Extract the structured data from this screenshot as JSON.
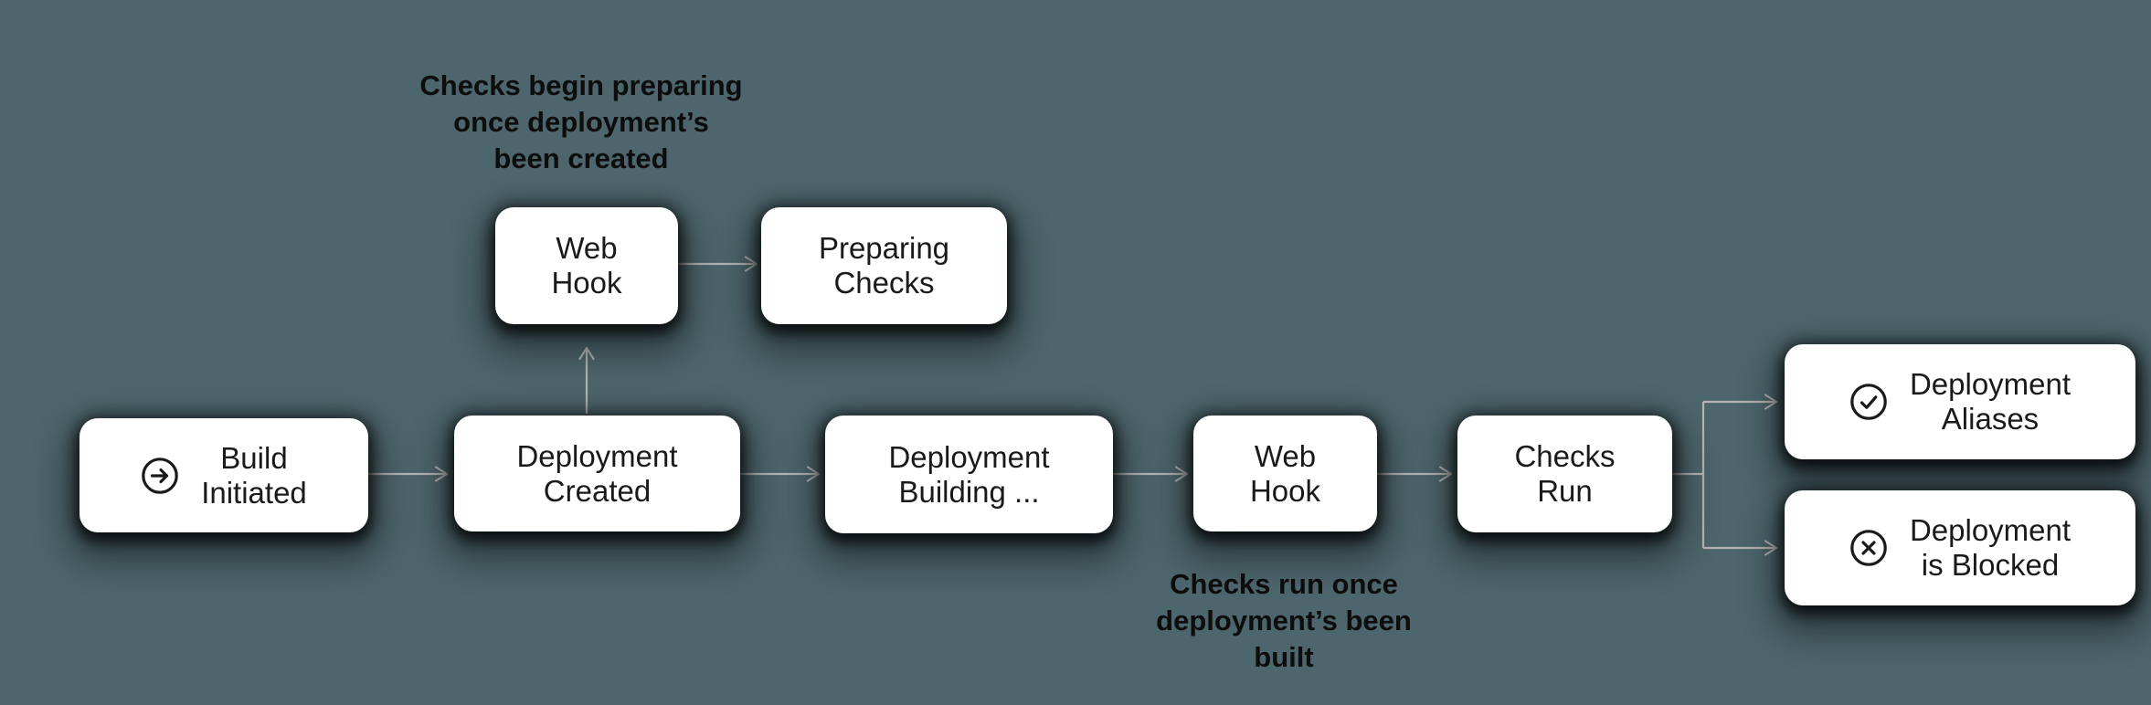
{
  "diagram": {
    "title_hidden": "",
    "background_color": "#4d656c",
    "node_fill_color": "#ffffff",
    "node_text_color": "#1a1a1a",
    "annotation_text_color": "#0d0d0d",
    "connector_color": "#b5b5b5"
  },
  "nodes": [
    {
      "id": "build-initiated",
      "icon": "arrow-right-circle-icon",
      "line1": "Build",
      "line2": "Initiated"
    },
    {
      "id": "web-hook-1",
      "icon": "",
      "line1": "Web",
      "line2": "Hook"
    },
    {
      "id": "preparing-checks",
      "icon": "",
      "line1": "Preparing",
      "line2": "Checks"
    },
    {
      "id": "deployment-created",
      "icon": "",
      "line1": "Deployment",
      "line2": "Created"
    },
    {
      "id": "deployment-building",
      "icon": "",
      "line1": "Deployment",
      "line2": "Building ..."
    },
    {
      "id": "web-hook-2",
      "icon": "",
      "line1": "Web",
      "line2": "Hook"
    },
    {
      "id": "checks-run",
      "icon": "",
      "line1": "Checks",
      "line2": "Run"
    },
    {
      "id": "deployment-aliases",
      "icon": "check-circle-icon",
      "line1": "Deployment",
      "line2": "Aliases"
    },
    {
      "id": "deployment-is-blocked",
      "icon": "x-circle-icon",
      "line1": "Deployment",
      "line2": "is Blocked"
    }
  ],
  "annotations": [
    {
      "line1": "Checks begin preparing",
      "line2": "once deployment’s",
      "line3": "been created"
    },
    {
      "line1": "Checks run once",
      "line2": "deployment’s been",
      "line3": "built"
    }
  ],
  "edges": [
    {
      "from": "build-initiated",
      "to": "deployment-created"
    },
    {
      "from": "deployment-created",
      "to": "web-hook-1"
    },
    {
      "from": "web-hook-1",
      "to": "preparing-checks"
    },
    {
      "from": "deployment-created",
      "to": "deployment-building"
    },
    {
      "from": "deployment-building",
      "to": "web-hook-2"
    },
    {
      "from": "web-hook-2",
      "to": "checks-run"
    },
    {
      "from": "checks-run",
      "to": "deployment-aliases"
    },
    {
      "from": "checks-run",
      "to": "deployment-is-blocked"
    }
  ]
}
